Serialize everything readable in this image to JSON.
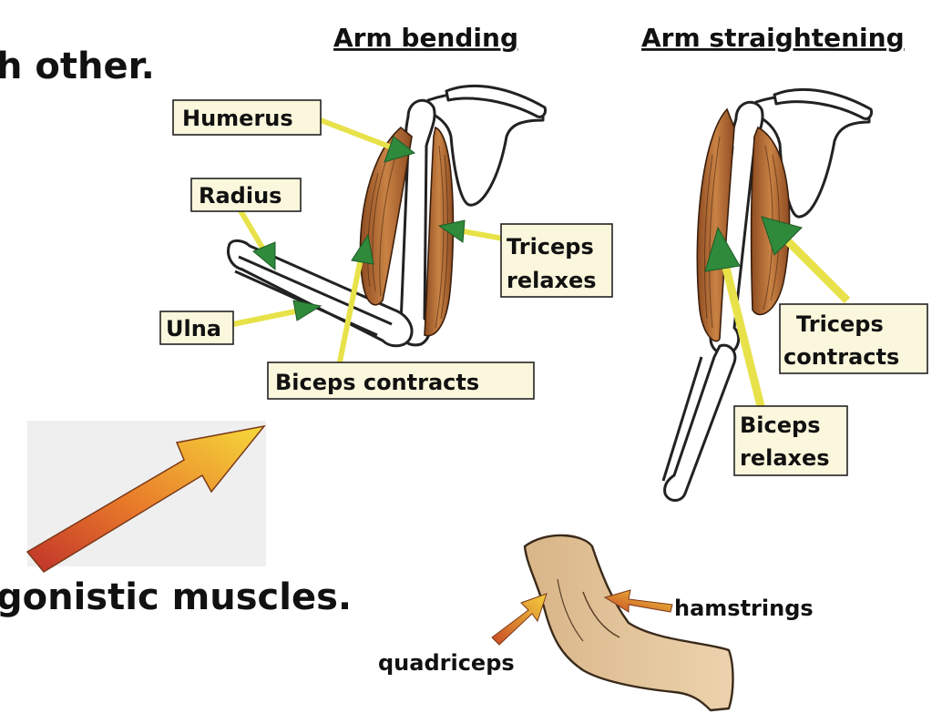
{
  "intro_text": "h other.",
  "outro_text": "gonistic muscles.",
  "headings": {
    "bending": "Arm bending",
    "straightening": "Arm straightening"
  },
  "bending_labels": {
    "humerus": "Humerus",
    "radius": "Radius",
    "ulna": "Ulna",
    "triceps_line1": "Triceps",
    "triceps_line2": "relaxes",
    "biceps": "Biceps contracts"
  },
  "straightening_labels": {
    "triceps_line1": "Triceps",
    "triceps_line2": "contracts",
    "biceps_line1": "Biceps",
    "biceps_line2": "relaxes"
  },
  "leg_labels": {
    "hamstrings": "hamstrings",
    "quadriceps": "quadriceps"
  },
  "colors": {
    "muscle": "#b86a34",
    "arrow_green": "#2f8a3c",
    "arrow_yellow": "#e8e24a",
    "skin": "#e7c9a1",
    "label_box": "#fbf7dc"
  }
}
